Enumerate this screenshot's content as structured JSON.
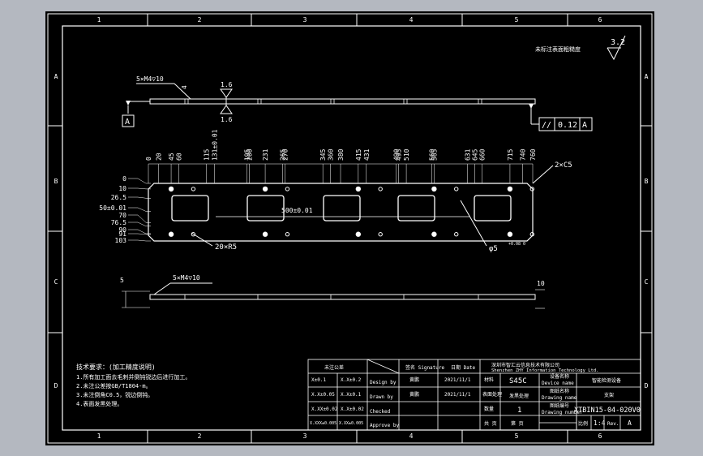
{
  "zones": {
    "cols": [
      "1",
      "2",
      "3",
      "4",
      "5",
      "6"
    ],
    "rows": [
      "A",
      "B",
      "C",
      "D"
    ]
  },
  "top_note": "未标注表面粗糙度",
  "surface_roughness": "3.2",
  "datum": "A",
  "top_view": {
    "hole_callout": "5×M4▽10",
    "depth_dim": "4",
    "roughness_top": "1.6",
    "roughness_bottom": "1.6",
    "tolerance_symbol": "//",
    "tolerance_value": "0.12",
    "tolerance_datum": "A"
  },
  "plan_view": {
    "x_dims": [
      "0",
      "20",
      "45",
      "60",
      "115",
      "131±0.01",
      "195",
      "200",
      "231",
      "265",
      "270",
      "345",
      "360",
      "380",
      "415",
      "431",
      "490",
      "495",
      "510",
      "560",
      "565",
      "631",
      "645",
      "660",
      "715",
      "740",
      "760"
    ],
    "y_dims": [
      "0",
      "10",
      "26.5",
      "50±0.01",
      "70",
      "76.5",
      "90",
      "91",
      "103"
    ],
    "chamfer": "2×C5",
    "hole_count": "20×R5",
    "center_dim": "500±0.01",
    "hole_dia": "φ5",
    "hole_dia_tol": "+0.08 0"
  },
  "side_view": {
    "hole_callout": "5×M4▽10",
    "left_dim": "5",
    "right_dim": "10"
  },
  "tech_notes": [
    "技术要求：(加工精度说明)",
    "1.所有加工面去毛刺并倒钝锐边后进行加工。",
    "2.未注公差按GB/T1804-m。",
    "3.未注倒角C0.5，锐边倒钝。",
    "4.表面发黑处理。"
  ],
  "title_block": {
    "tol_header": "未注公差",
    "tol_rows": [
      {
        "range": "X±0.1",
        "tol": "X.X±0.2",
        "role": "Design by",
        "name": "黄鹏",
        "date": "2021/11/1"
      },
      {
        "range": "X.X±0.05",
        "tol": "X.X±0.1",
        "role": "Drawn by",
        "name": "黄鹏",
        "date": "2021/11/1"
      },
      {
        "range": "X.XX±0.02",
        "tol": "X.X±0.02",
        "role": "Checked",
        "name": "",
        "date": ""
      },
      {
        "range": "X.XXX±0.005",
        "tol": "X.XX±0.005",
        "role": "Approve by",
        "name": "",
        "date": ""
      }
    ],
    "signature_label": "签名\nSignature",
    "date_label": "日期\nDate",
    "company": "深圳市智汇云信息技术有限公司",
    "company_en": "Shenzhen ZHY Information Technology Ltd.",
    "material_label": "材料",
    "material": "S45C",
    "device_label": "设备名称",
    "device_label_en": "Device name",
    "device_value": "智能检测设备",
    "finish_label": "表面处理",
    "finish": "发黑处理",
    "drawing_name_label": "图纸名称",
    "drawing_name_en": "Drawing name",
    "drawing_name": "支架",
    "qty_label": "数量",
    "qty": "1",
    "drawing_number_label": "图纸编号",
    "drawing_number_en": "Drawing number",
    "drawing_number": "XTBIN15-04-020V0",
    "total_label": "共 页",
    "rank_label": "第 页",
    "scale_label": "比例",
    "scale": "1:4",
    "rev_label": "Rev.",
    "rev": "A"
  }
}
